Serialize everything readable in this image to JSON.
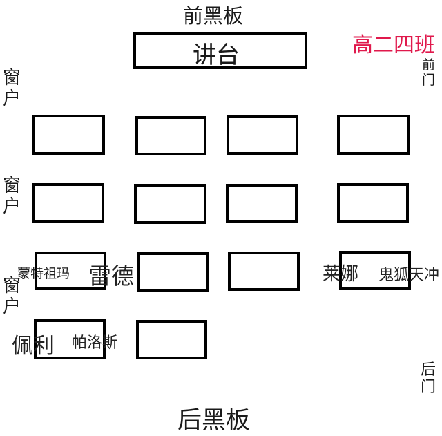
{
  "front_board": "前黑板",
  "podium": "讲台",
  "class_name": "高二四班",
  "front_door": [
    "前",
    "门"
  ],
  "back_door": [
    "后",
    "门"
  ],
  "back_board": "后黑板",
  "window": [
    "窗",
    "户"
  ],
  "students": {
    "mengte": "蒙特祖玛",
    "leide": "雷德",
    "laina": "莱娜",
    "guihu": "鬼狐天冲",
    "peili": "佩利",
    "paluosi": "帕洛斯"
  },
  "colors": {
    "class_name": "#e0194c",
    "desk_border": "#000000"
  }
}
